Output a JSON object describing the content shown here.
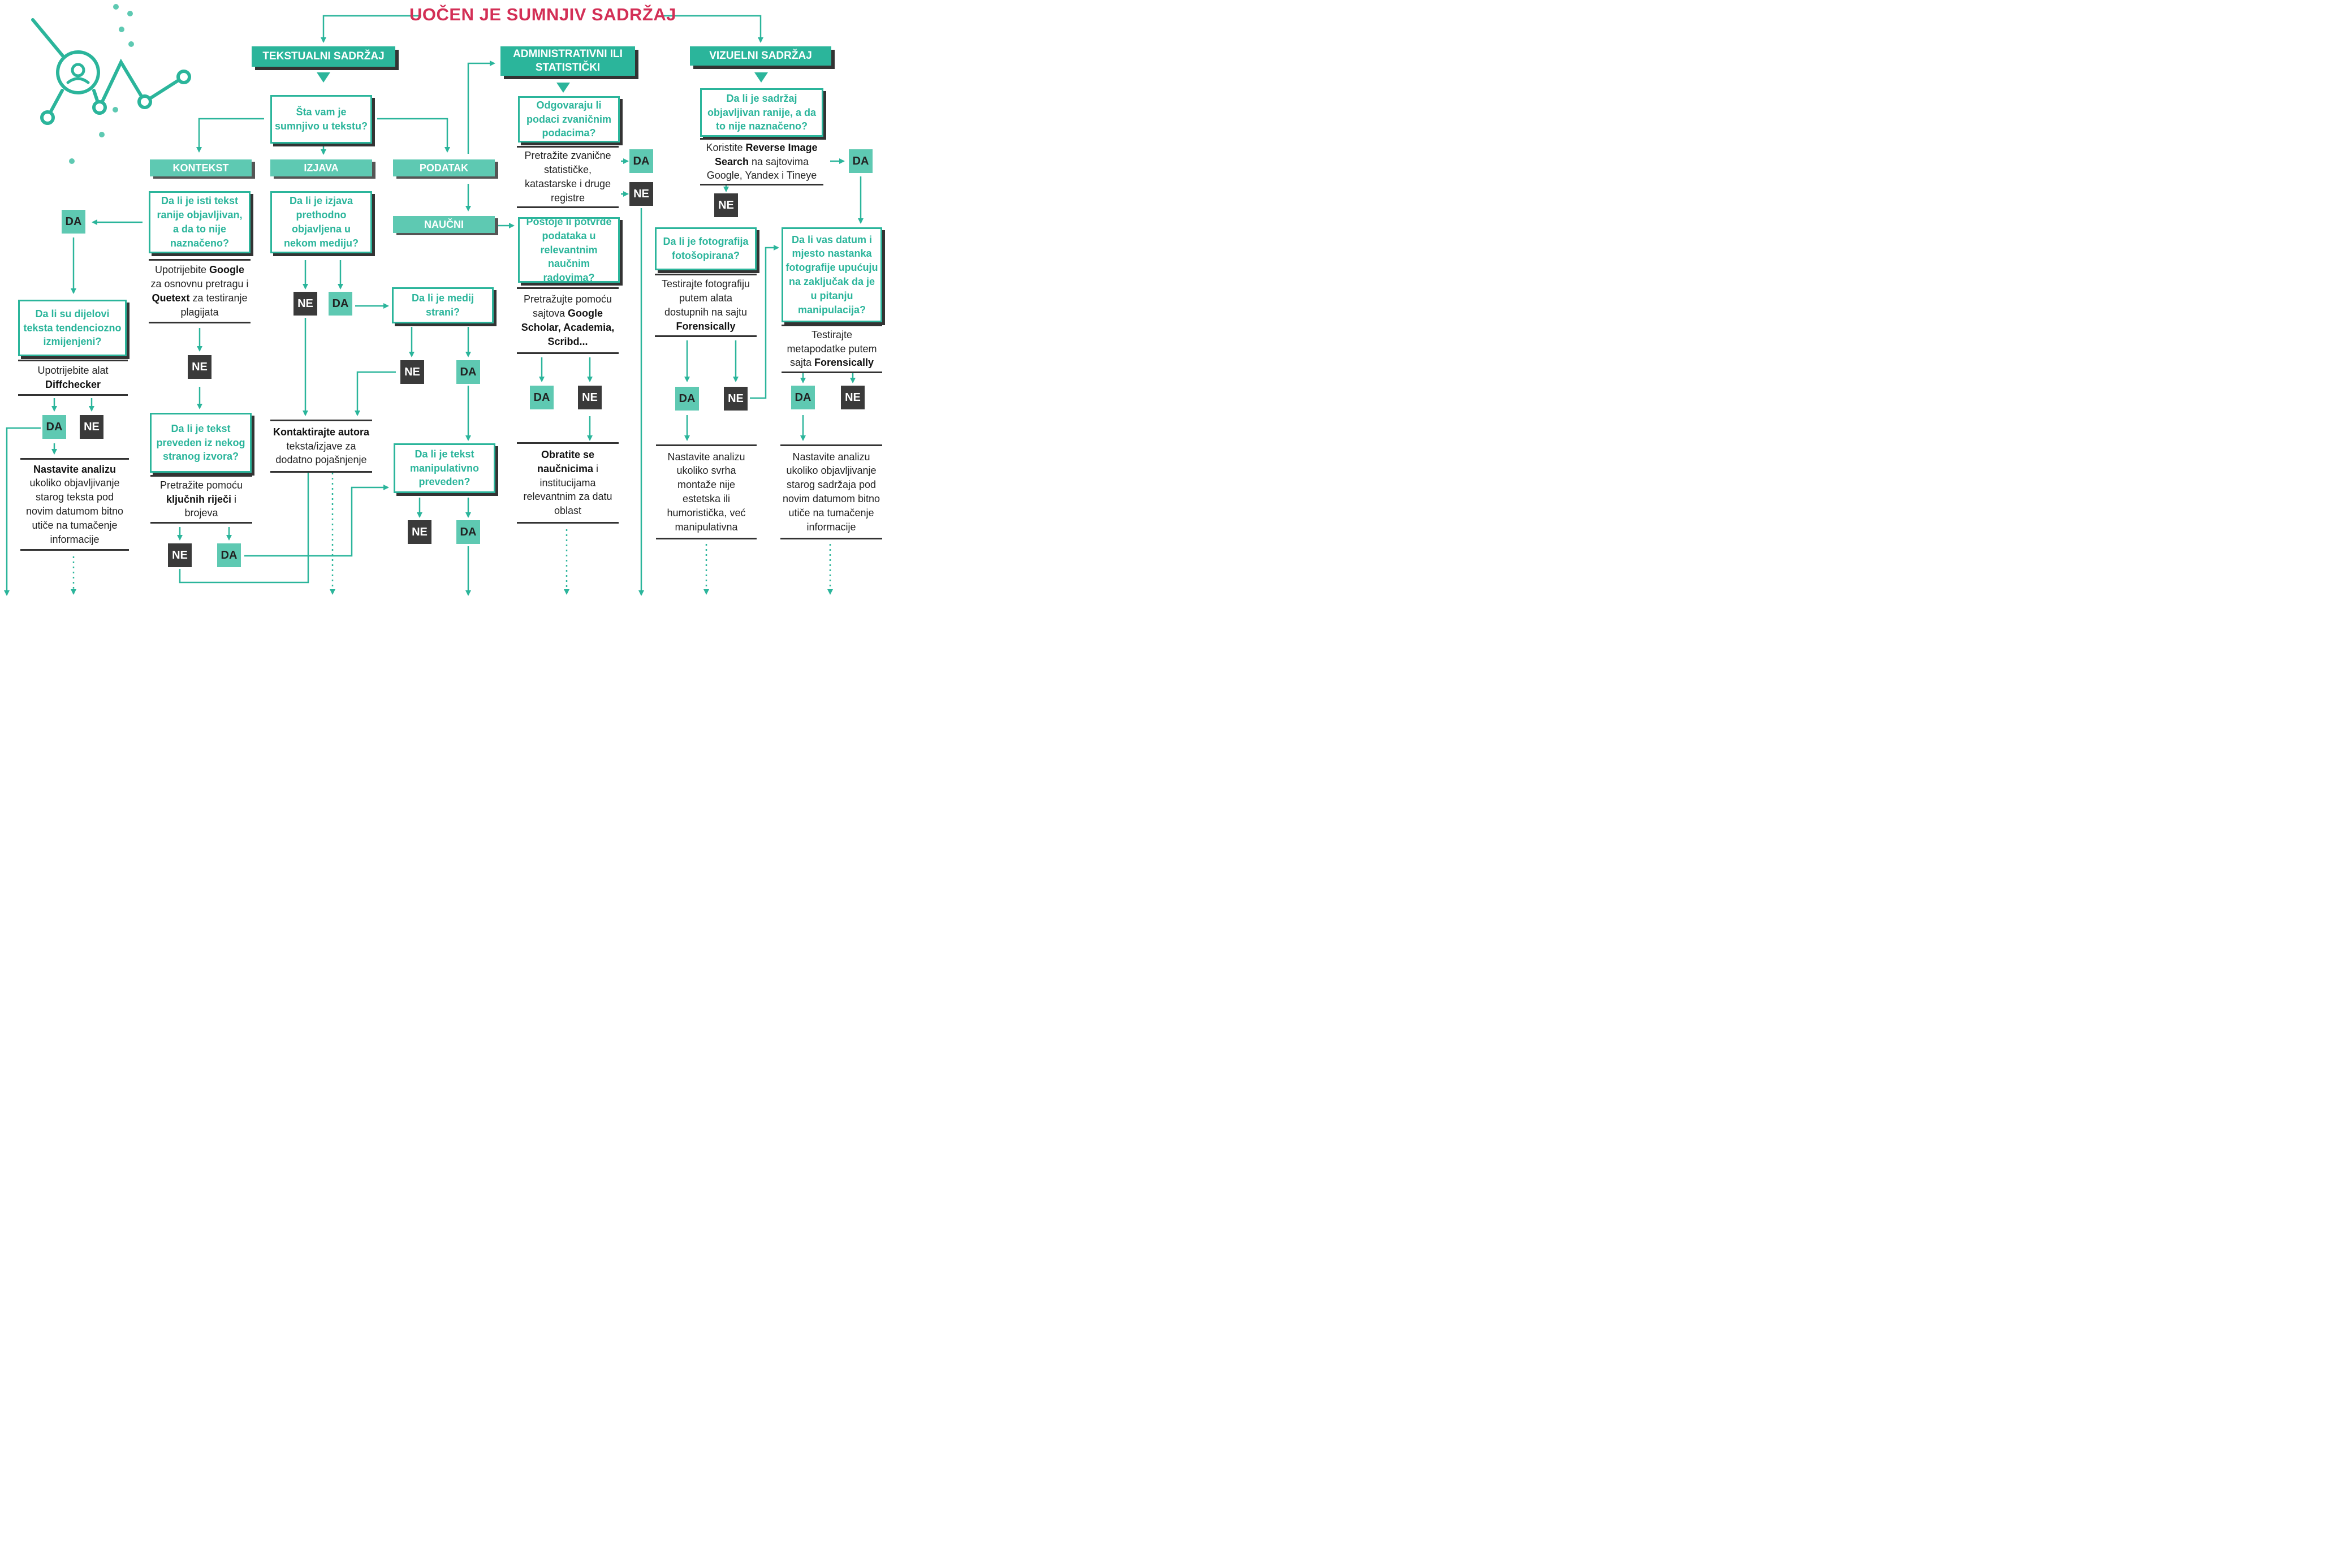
{
  "title": "UOČEN JE SUMNJIV SADRŽAJ",
  "colors": {
    "accent": "#2bb59b",
    "accent_light": "#5ec9b2",
    "title_red": "#d32f56",
    "dark": "#3a3a3a"
  },
  "headers": {
    "textual": "TEKSTUALNI SADRŽAJ",
    "administrative": "ADMINISTRATIVNI ILI STATISTIČKI",
    "visual": "VIZUELNI SADRŽAJ"
  },
  "subheaders": {
    "context": "KONTEKST",
    "statement": "IZJAVA",
    "data": "PODATAK",
    "scientific": "NAUČNI"
  },
  "questions": {
    "text_suspicious": "Šta vam je sumnjivo u tekstu?",
    "same_text": "Da li je isti tekst ranije objavljivan, a da to nije naznačeno?",
    "parts_altered": "Da li su dijelovi teksta tendenciozno izmijenjeni?",
    "translated_foreign": "Da li je tekst preveden iz nekog stranog izvora?",
    "statement_published": "Da li je izjava prethodno objavljena u nekom mediju?",
    "foreign_media": "Da li je medij strani?",
    "manip_translated": "Da li je tekst manipulativno preveden?",
    "official_data": "Odgovaraju li podaci zvaničnim podacima?",
    "scientific_confirm": "Postoje li potvrde podataka u relevantnim naučnim radovima?",
    "visual_published": "Da li je sadržaj objavljivan ranije, a da to nije naznačeno?",
    "photoshopped": "Da li je fotografija fotošopirana?",
    "date_place": "Da li vas datum i mjesto nastanka fotografije upućuju na zaključak da je u pitanju manipulacija?"
  },
  "actions": {
    "google_quetext": [
      "Upotrijebite ",
      "Google",
      " za osnovnu pretragu i ",
      "Quetext",
      " za testiranje plagijata"
    ],
    "diffchecker": [
      "Upotrijebite alat ",
      "Diffchecker"
    ],
    "continue_text": [
      "Nastavite analizu",
      " ukoliko objavljivanje starog teksta pod novim datumom bitno utiče na tumačenje informacije"
    ],
    "keywords": [
      "Pretražite pomoću ",
      "ključnih riječi",
      " i brojeva"
    ],
    "contact_author": [
      "Kontaktirajte autora",
      " teksta/izjave za dodatno pojašnjenje"
    ],
    "registers": "Pretražite zvanične statističke, katastarske i druge registre",
    "scholar": [
      "Pretražujte pomoću sajtova ",
      "Google Scholar, Academia, Scribd..."
    ],
    "scientists": [
      "Obratite se naučnicima",
      " i institucijama relevantnim za datu oblast"
    ],
    "reverse_image": [
      "Koristite ",
      "Reverse Image Search",
      " na sajtovima Google, Yandex i Tineye"
    ],
    "forensically_photo": [
      "Testirajte fotografiju putem alata dostupnih na sajtu ",
      "Forensically"
    ],
    "forensically_meta": [
      "Testirajte metapodatke putem sajta ",
      "Forensically"
    ],
    "continue_montage": "Nastavite analizu ukoliko svrha montaže nije estetska ili humoristička, već manipulativna",
    "continue_visual": "Nastavite analizu ukoliko objavljivanje starog sadržaja pod novim datumom bitno utiče na tumačenje informacije"
  },
  "answers": {
    "yes": "DA",
    "no": "NE"
  }
}
